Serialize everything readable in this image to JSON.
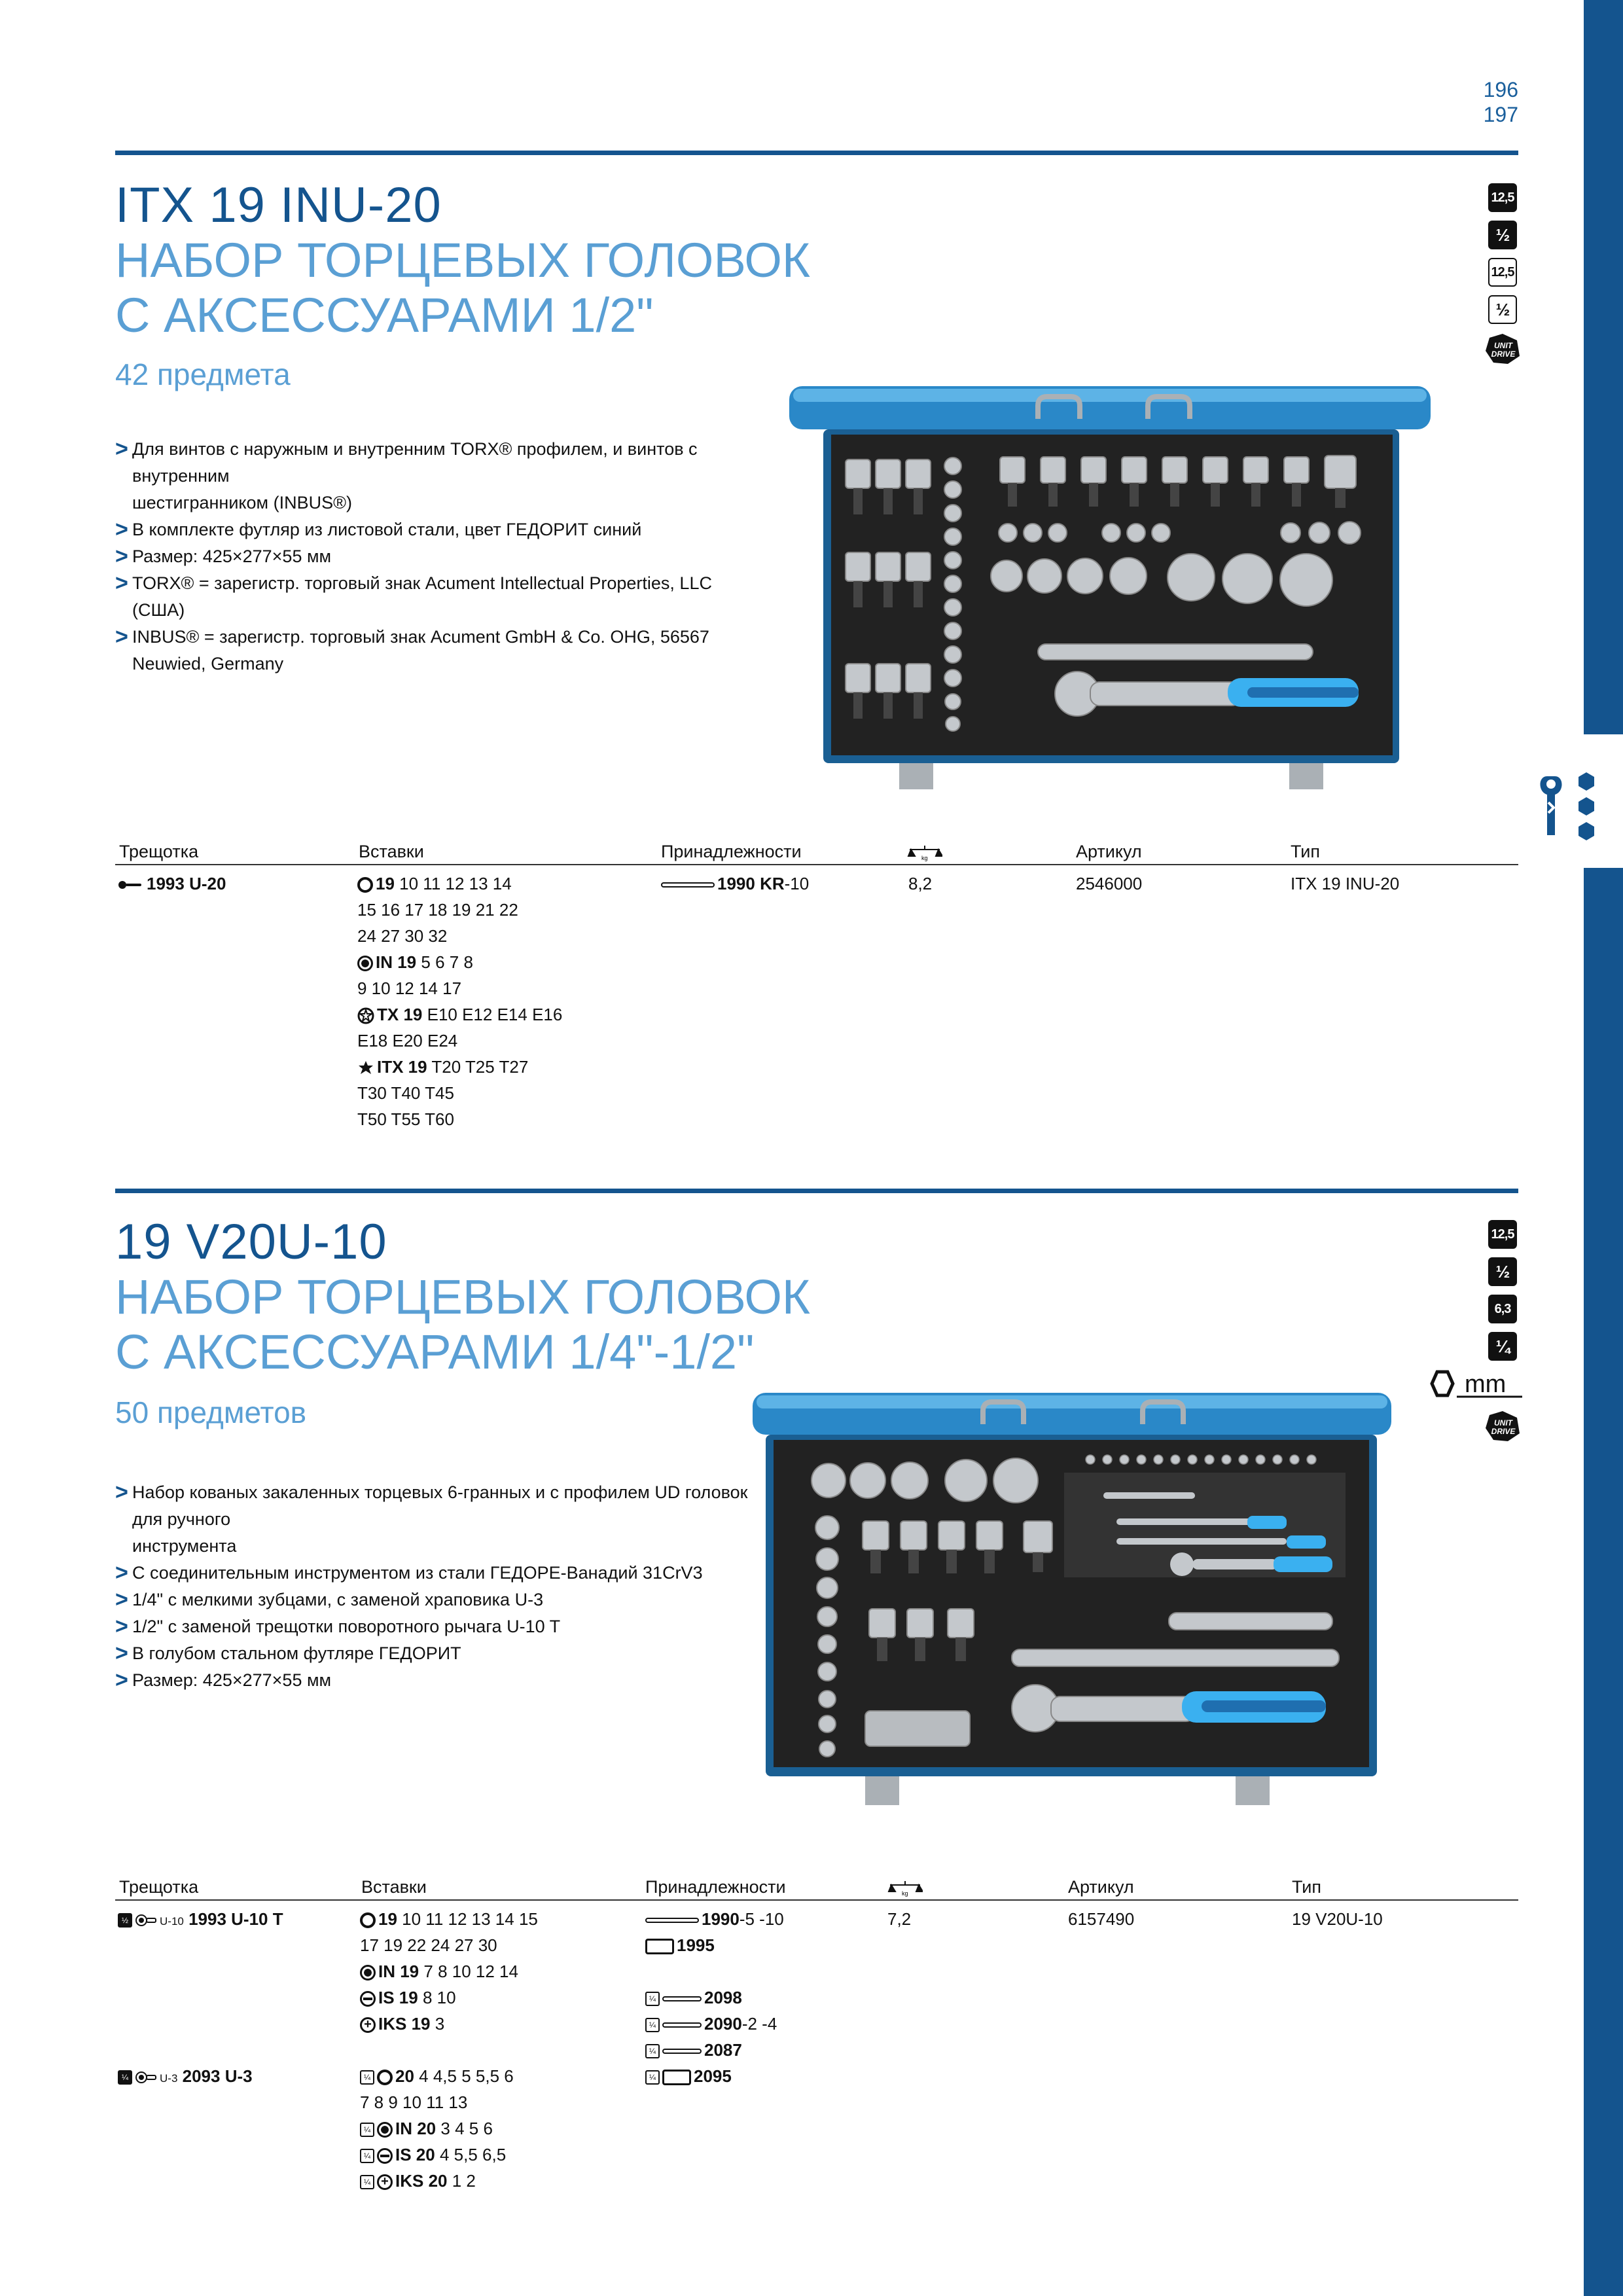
{
  "page_numbers": {
    "left": "196",
    "right": "197"
  },
  "colors": {
    "brand_dark": "#14548e",
    "brand_light": "#5a9fd4",
    "case_blue": "#2a88c8"
  },
  "section1": {
    "code": "ITX 19 INU-20",
    "title_line1": "НАБОР ТОРЦЕВЫХ ГОЛОВОК",
    "title_line2": "С АКСЕССУАРАМИ 1/2\"",
    "count": "42 предмета",
    "badges": [
      "12,5",
      "½",
      "12,5",
      "½"
    ],
    "unit_drive": "UNIT DRIVE",
    "features": [
      "Для винтов с наружным и внутренним TORX® профилем, и винтов с внутренним",
      "шестигранником (INBUS®)",
      "В комплекте футляр из листовой стали, цвет ГЕДОРИТ синий",
      "Размер: 425×277×55 мм",
      "TORX® = зарегистр. торговый знак Acument Intellectual Properties, LLC (США)",
      "INBUS® = зарегистр. торговый знак Acument GmbH & Co. OHG, 56567 Neuwied, Germany"
    ],
    "table": {
      "headers": {
        "ratchet": "Трещотка",
        "inserts": "Вставки",
        "accessories": "Принадлежности",
        "weight_icon": "scales-icon",
        "article": "Артикул",
        "type": "Тип"
      },
      "ratchet": "1993 U-20",
      "inserts": [
        {
          "icon": "ring",
          "bold": "19",
          "text": "10 11 12 13 14"
        },
        {
          "icon": "",
          "bold": "",
          "text": "15 16 17 18 19 21 22"
        },
        {
          "icon": "",
          "bold": "",
          "text": "24 27 30 32"
        },
        {
          "icon": "dot",
          "bold": "IN 19",
          "text": "5 6 7 8"
        },
        {
          "icon": "",
          "bold": "",
          "text": "9 10 12 14 17"
        },
        {
          "icon": "star-outline",
          "bold": "TX 19",
          "text": "E10 E12 E14 E16"
        },
        {
          "icon": "",
          "bold": "",
          "text": "E18 E20 E24"
        },
        {
          "icon": "star",
          "bold": "ITX 19",
          "text": "T20 T25 T27"
        },
        {
          "icon": "",
          "bold": "",
          "text": "T30 T40 T45"
        },
        {
          "icon": "",
          "bold": "",
          "text": "T50 T55 T60"
        }
      ],
      "accessory_bold": "1990 KR",
      "accessory_rest": "-10",
      "weight": "8,2",
      "article": "2546000",
      "type": "ITX 19 INU-20"
    }
  },
  "section2": {
    "code": "19 V20U-10",
    "title_line1": "НАБОР ТОРЦЕВЫХ ГОЛОВОК",
    "title_line2": "С АКСЕССУАРАМИ 1/4\"-1/2\"",
    "count": "50 предметов",
    "badges": [
      "12,5",
      "½",
      "6,3",
      "¼"
    ],
    "mm_label": "mm",
    "unit_drive": "UNIT DRIVE",
    "features": [
      "Набор кованых закаленных торцевых 6-гранных и с профилем UD головок для ручного",
      "инструмента",
      "С соединительным инструментом из стали ГЕДОРЕ-Ванадий 31CrV3",
      "1/4\" с мелкими зубцами, с заменой храповика U-3",
      "1/2\" с заменой трещотки поворотного рычага U-10 T",
      "В голубом стальном футляре ГЕДОРИТ",
      "Размер: 425×277×55 мм"
    ],
    "table": {
      "headers": {
        "ratchet": "Трещотка",
        "inserts": "Вставки",
        "accessories": "Принадлежности",
        "weight_icon": "scales-icon",
        "article": "Артикул",
        "type": "Тип"
      },
      "ratchet1_small": "U-10",
      "ratchet1": "1993 U-10 T",
      "ratchet2_small": "U-3",
      "ratchet2": "2093 U-3",
      "inserts_a": [
        {
          "icon": "ring",
          "bold": "19",
          "text": "10 11 12 13 14 15"
        },
        {
          "icon": "",
          "bold": "",
          "text": "17 19 22 24 27 30"
        },
        {
          "icon": "dot",
          "bold": "IN 19",
          "text": "7 8 10 12 14"
        },
        {
          "icon": "slot",
          "bold": "IS 19",
          "text": "8 10"
        },
        {
          "icon": "plus",
          "bold": "IKS 19",
          "text": "3"
        }
      ],
      "inserts_b": [
        {
          "icon": "ring",
          "bold": "20",
          "text": "4 4,5 5 5,5 6"
        },
        {
          "icon": "",
          "bold": "",
          "text": "7 8 9 10 11 13"
        },
        {
          "icon": "dot",
          "bold": "IN 20",
          "text": "3 4 5 6"
        },
        {
          "icon": "slot",
          "bold": "IS 20",
          "text": "4 5,5 6,5"
        },
        {
          "icon": "plus",
          "bold": "IKS 20",
          "text": "1 2"
        }
      ],
      "accessories": [
        {
          "icon": "rod",
          "bold": "1990",
          "text": "-5 -10"
        },
        {
          "icon": "gauge",
          "bold": "1995",
          "text": ""
        },
        {
          "icon": "rod",
          "bold": "2098",
          "text": ""
        },
        {
          "icon": "rod",
          "bold": "2090",
          "text": "-2 -4"
        },
        {
          "icon": "rod",
          "bold": "2087",
          "text": ""
        },
        {
          "icon": "gauge",
          "bold": "2095",
          "text": ""
        }
      ],
      "weight": "7,2",
      "article": "6157490",
      "type": "19 V20U-10"
    }
  }
}
